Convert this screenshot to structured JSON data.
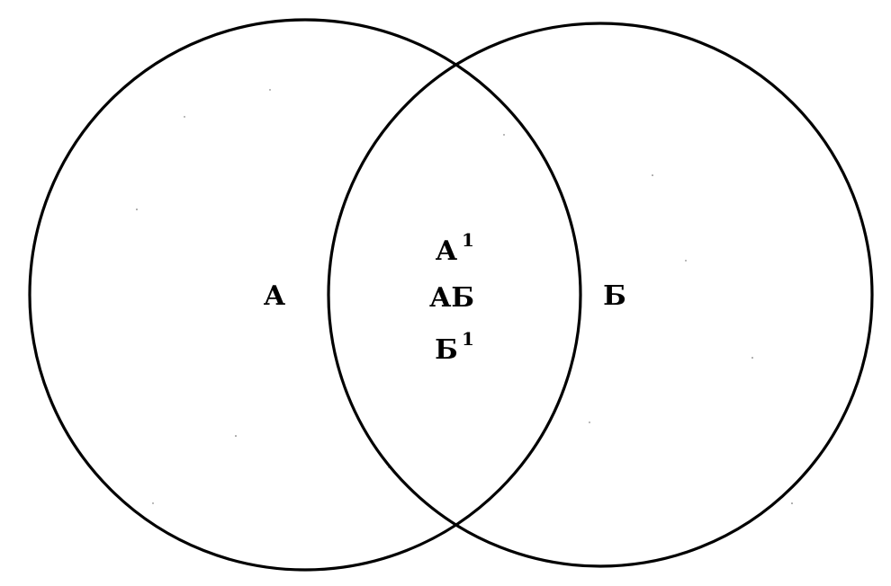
{
  "diagram": {
    "set_a": {
      "label": "А"
    },
    "set_b": {
      "label": "Б"
    },
    "intersection": {
      "line1": {
        "base": "А",
        "sup": "1"
      },
      "line2": {
        "text": "АБ"
      },
      "line3": {
        "base": "Б",
        "sup": "1"
      }
    },
    "colors": {
      "stroke": "#000000",
      "background": "#ffffff"
    }
  }
}
